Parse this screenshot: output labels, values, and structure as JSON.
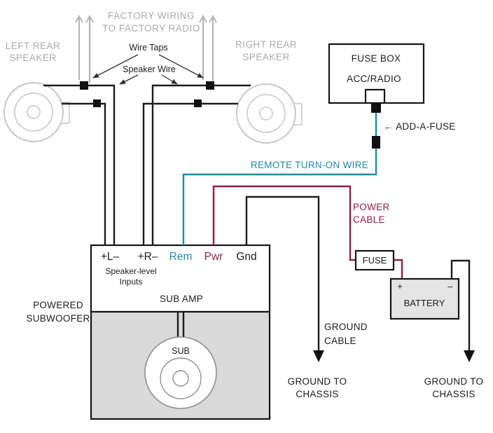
{
  "colors": {
    "remote_wire": "#1F8AA8",
    "power_wire": "#8E2041",
    "ground_wire": "#1A1A1A",
    "factory_gray": "#B7B7B7",
    "label_gray": "#A9A9A9",
    "enclosure_gray": "#D9D9D9"
  },
  "speakers": {
    "left": {
      "line1": "LEFT REAR",
      "line2": "SPEAKER"
    },
    "right": {
      "line1": "RIGHT REAR",
      "line2": "SPEAKER"
    }
  },
  "factory_wiring": {
    "line1": "FACTORY WIRING",
    "line2": "TO FACTORY RADIO"
  },
  "annotations": {
    "wire_taps": "Wire Taps",
    "speaker_wire": "Speaker Wire",
    "add_a_fuse": "← ADD-A-FUSE",
    "remote_turn_on": "REMOTE TURN-ON WIRE",
    "power_line1": "POWER",
    "power_line2": "CABLE",
    "ground_line1": "GROUND",
    "ground_line2": "CABLE"
  },
  "fuse_box": {
    "title": "FUSE BOX",
    "slot_label": "ACC/RADIO"
  },
  "inline_fuse": {
    "label": "FUSE"
  },
  "battery": {
    "label": "BATTERY",
    "positive": "+",
    "negative": "–"
  },
  "amp": {
    "terminal_left": "+L–",
    "terminal_right": "+R–",
    "terminal_rem": "Rem",
    "terminal_pwr": "Pwr",
    "terminal_gnd": "Gnd",
    "inputs_line1": "Speaker-level",
    "inputs_line2": "Inputs",
    "title": "SUB AMP",
    "outer_line1": "POWERED",
    "outer_line2": "SUBWOOFER",
    "sub_label": "SUB"
  },
  "grounds": {
    "amp": {
      "line1": "GROUND TO",
      "line2": "CHASSIS"
    },
    "battery": {
      "line1": "GROUND TO",
      "line2": "CHASSIS"
    }
  }
}
